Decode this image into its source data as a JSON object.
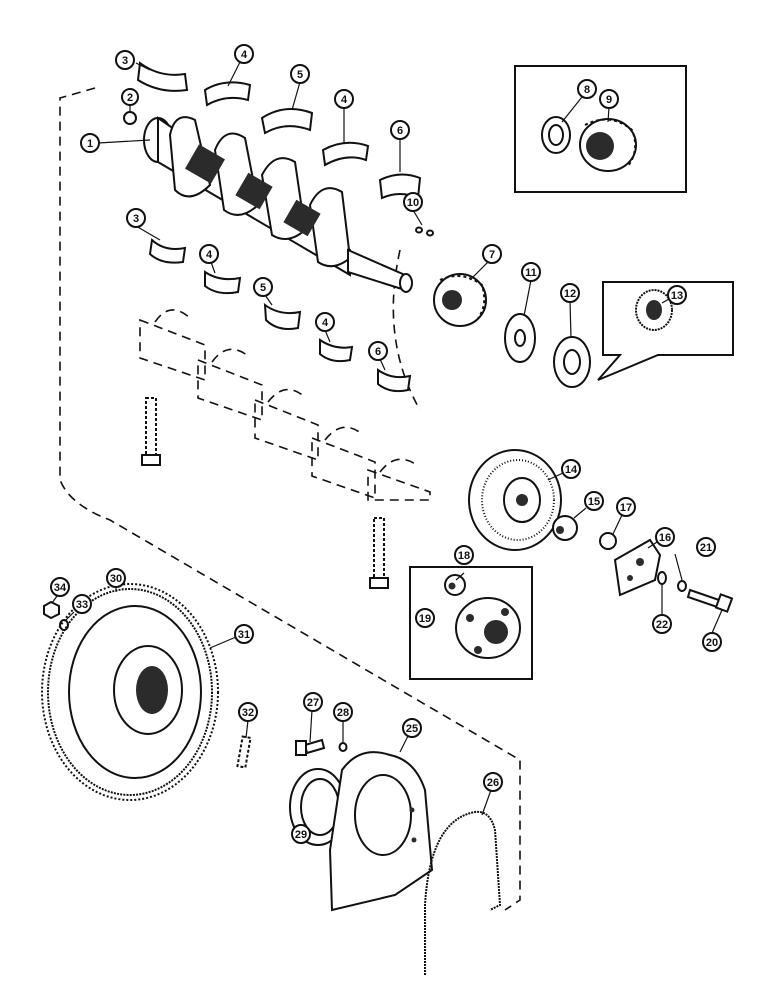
{
  "colors": {
    "ink": "#111111",
    "paper": "#ffffff"
  },
  "callouts": [
    {
      "id": "c1",
      "label": "1"
    },
    {
      "id": "c2",
      "label": "2"
    },
    {
      "id": "c3a",
      "label": "3"
    },
    {
      "id": "c3b",
      "label": "3"
    },
    {
      "id": "c4a",
      "label": "4"
    },
    {
      "id": "c4b",
      "label": "4"
    },
    {
      "id": "c4c",
      "label": "4"
    },
    {
      "id": "c4d",
      "label": "4"
    },
    {
      "id": "c5a",
      "label": "5"
    },
    {
      "id": "c5b",
      "label": "5"
    },
    {
      "id": "c6a",
      "label": "6"
    },
    {
      "id": "c6b",
      "label": "6"
    },
    {
      "id": "c7",
      "label": "7"
    },
    {
      "id": "c8",
      "label": "8"
    },
    {
      "id": "c9",
      "label": "9"
    },
    {
      "id": "c10",
      "label": "10"
    },
    {
      "id": "c11",
      "label": "11"
    },
    {
      "id": "c12",
      "label": "12"
    },
    {
      "id": "c13",
      "label": "13"
    },
    {
      "id": "c14",
      "label": "14"
    },
    {
      "id": "c15",
      "label": "15"
    },
    {
      "id": "c16",
      "label": "16"
    },
    {
      "id": "c17",
      "label": "17"
    },
    {
      "id": "c18",
      "label": "18"
    },
    {
      "id": "c19",
      "label": "19"
    },
    {
      "id": "c20",
      "label": "20"
    },
    {
      "id": "c21",
      "label": "21"
    },
    {
      "id": "c22",
      "label": "22"
    },
    {
      "id": "c25",
      "label": "25"
    },
    {
      "id": "c26",
      "label": "26"
    },
    {
      "id": "c27",
      "label": "27"
    },
    {
      "id": "c28",
      "label": "28"
    },
    {
      "id": "c29",
      "label": "29"
    },
    {
      "id": "c30",
      "label": "30"
    },
    {
      "id": "c31",
      "label": "31"
    },
    {
      "id": "c32",
      "label": "32"
    },
    {
      "id": "c33",
      "label": "33"
    },
    {
      "id": "c34",
      "label": "34"
    }
  ]
}
